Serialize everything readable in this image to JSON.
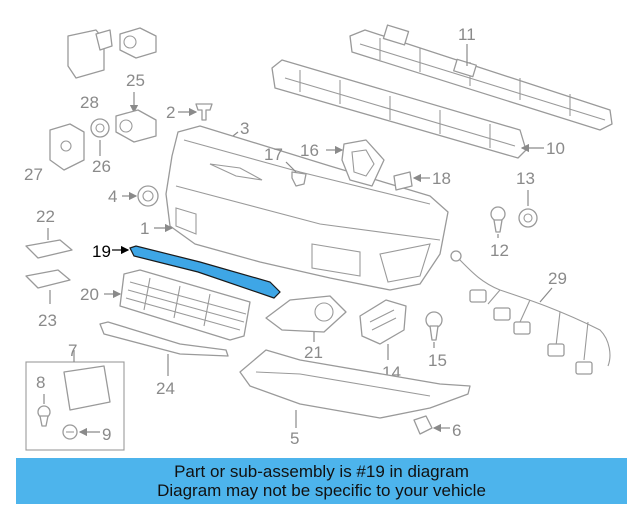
{
  "labels": {
    "l1": "1",
    "l2": "2",
    "l3": "3",
    "l4": "4",
    "l5": "5",
    "l6": "6",
    "l7": "7",
    "l8": "8",
    "l9": "9",
    "l10": "10",
    "l11": "11",
    "l12": "12",
    "l13": "13",
    "l14": "14",
    "l15": "15",
    "l16": "16",
    "l17": "17",
    "l18": "18",
    "l19": "19",
    "l20": "20",
    "l21": "21",
    "l22": "22",
    "l23": "23",
    "l24": "24",
    "l25": "25",
    "l26": "26",
    "l27": "27",
    "l28": "28",
    "l29": "29"
  },
  "banner": {
    "line1": "Part or sub-assembly is #19 in diagram",
    "line2": "Diagram may not be specific to your vehicle"
  },
  "colors": {
    "highlight": "#3ea6e6",
    "banner": "#4db4ec",
    "line": "#9a9a9a"
  }
}
